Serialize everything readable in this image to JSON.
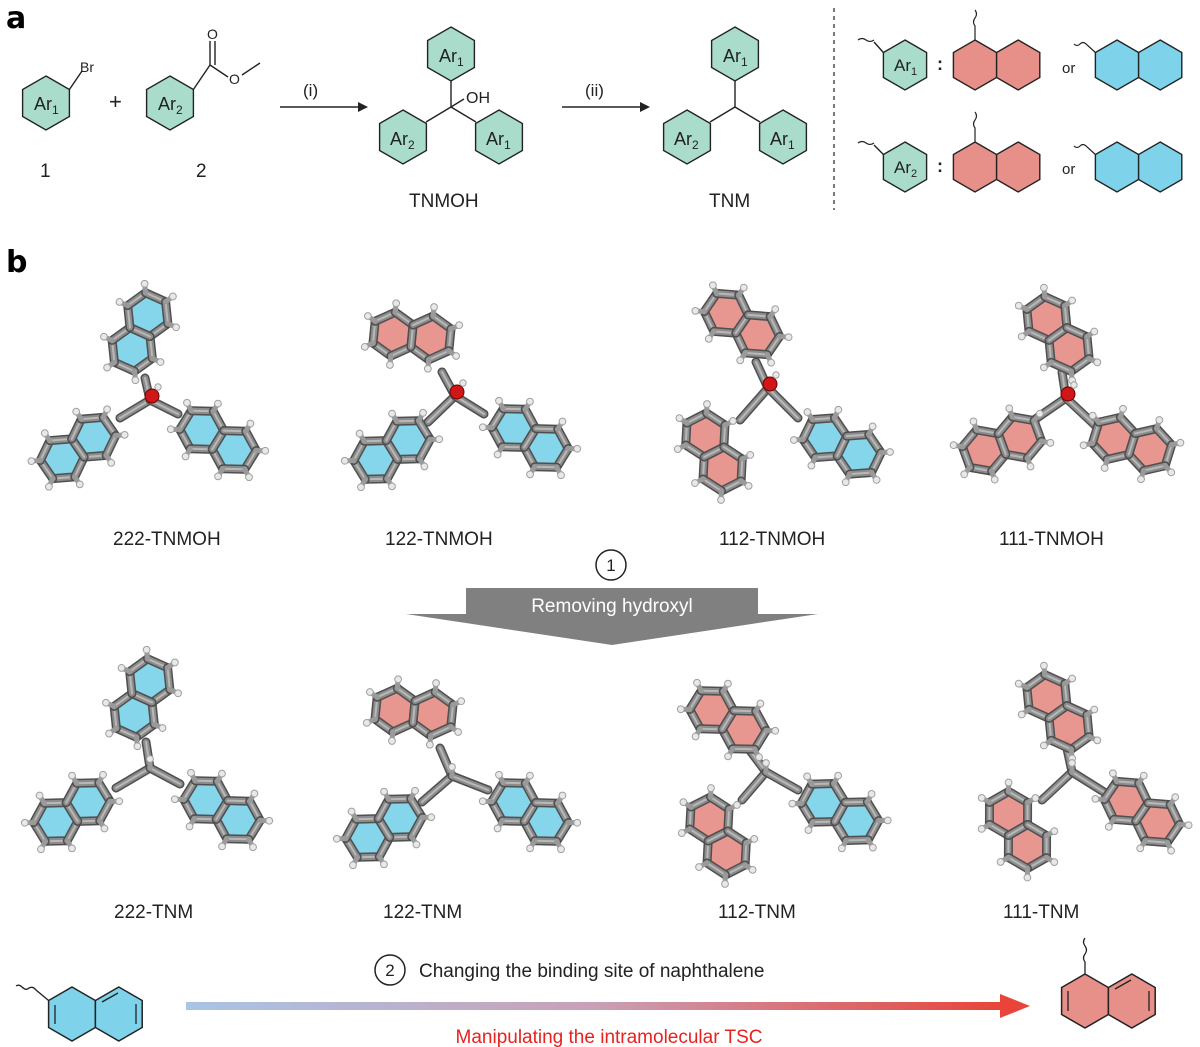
{
  "panel_a": {
    "label": "a",
    "reactant1": {
      "ring": "Ar1",
      "ring_main": "Ar",
      "ring_sub": "1",
      "substituent": "Br",
      "number": "1"
    },
    "plus": "+",
    "reactant2": {
      "ring": "Ar2",
      "ring_main": "Ar",
      "ring_sub": "2",
      "carbonyl_O": "O",
      "ester_O": "O",
      "number": "2"
    },
    "step1": "(i)",
    "step2": "(ii)",
    "intermediate": {
      "name": "TNMOH",
      "hydroxyl": "OH"
    },
    "product": {
      "name": "TNM"
    },
    "legend": {
      "ar1": {
        "ring_main": "Ar",
        "ring_sub": "1",
        "colon": ":",
        "or": "or"
      },
      "ar2": {
        "ring_main": "Ar",
        "ring_sub": "2",
        "colon": ":",
        "or": "or"
      }
    }
  },
  "panel_b": {
    "label": "b",
    "tnmoh_row": [
      "222-TNMOH",
      "122-TNMOH",
      "112-TNMOH",
      "111-TNMOH"
    ],
    "tnm_row": [
      "222-TNM",
      "122-TNM",
      "112-TNM",
      "111-TNM"
    ],
    "step_1": {
      "number": "1",
      "text": "Removing hydroxyl"
    },
    "step_2": {
      "number": "2",
      "text": "Changing the binding site of naphthalene"
    },
    "bottom_text": "Manipulating the intramolecular TSC"
  },
  "colors": {
    "ring_green": "#a9dccb",
    "naph_blue": "#7ed3ea",
    "naph_red": "#e7908a",
    "red_text": "#e8221f",
    "arrow_gray": "#808080",
    "carbon_gray": "#7d7d7d",
    "oxygen_red": "#d01616"
  }
}
